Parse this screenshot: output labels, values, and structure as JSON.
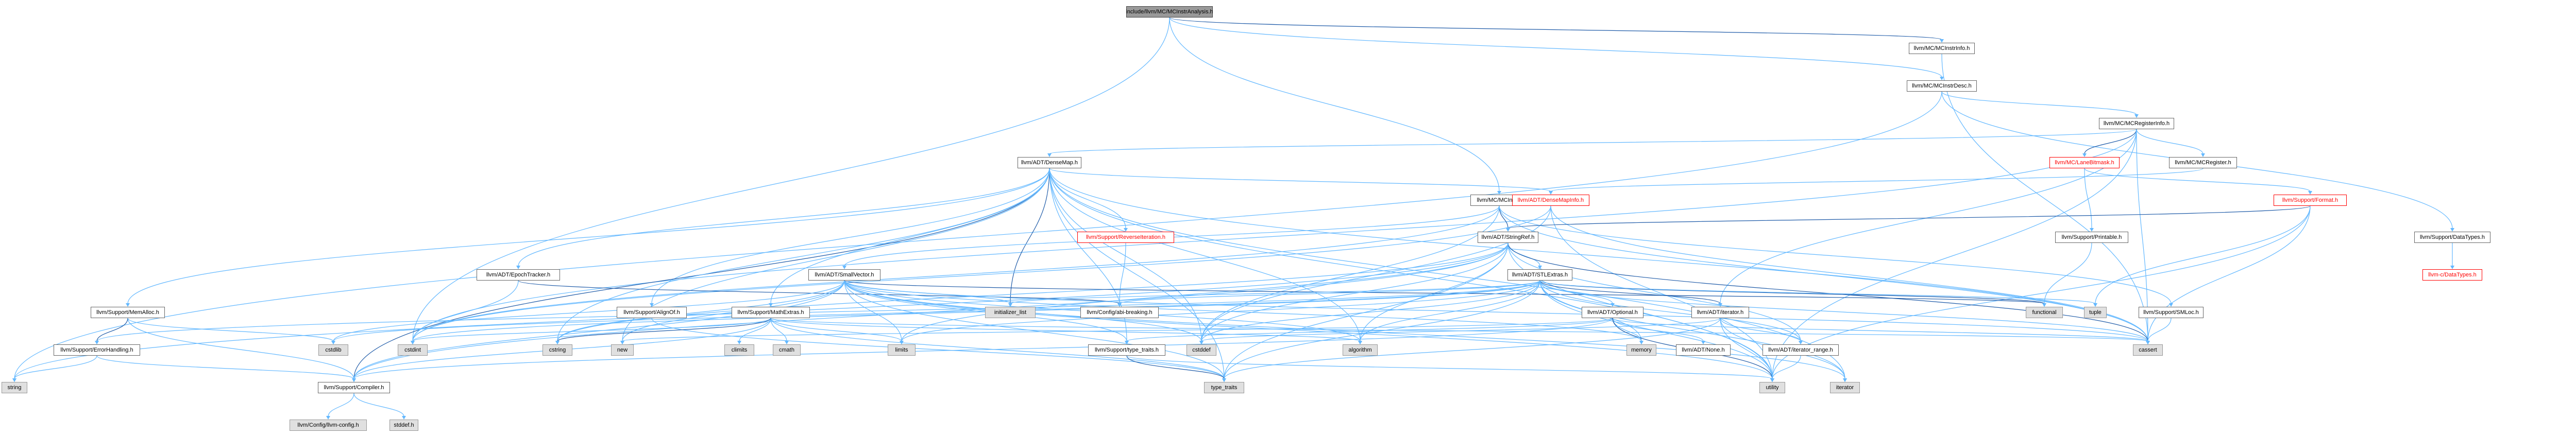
{
  "nodes": [
    {
      "id": "root",
      "label": "include/llvm/MC/MCInstrAnalysis.h",
      "style": "root"
    },
    {
      "id": "mcinstrinfo",
      "label": "llvm/MC/MCInstrInfo.h",
      "style": "normal"
    },
    {
      "id": "mcinstrdesc",
      "label": "llvm/MC/MCInstrDesc.h",
      "style": "normal"
    },
    {
      "id": "mcreginfo",
      "label": "llvm/MC/MCRegisterInfo.h",
      "style": "normal"
    },
    {
      "id": "densemap",
      "label": "llvm/ADT/DenseMap.h",
      "style": "normal"
    },
    {
      "id": "lanebitmask",
      "label": "llvm/MC/LaneBitmask.h",
      "style": "red"
    },
    {
      "id": "mcregister",
      "label": "llvm/MC/MCRegister.h",
      "style": "normal"
    },
    {
      "id": "mcinst",
      "label": "llvm/MC/MCInst.h",
      "style": "normal"
    },
    {
      "id": "densemapinfo",
      "label": "llvm/ADT/DenseMapInfo.h",
      "style": "red"
    },
    {
      "id": "format",
      "label": "llvm/Support/Format.h",
      "style": "red"
    },
    {
      "id": "reverseiter",
      "label": "llvm/Support/ReverseIteration.h",
      "style": "red"
    },
    {
      "id": "stringref",
      "label": "llvm/ADT/StringRef.h",
      "style": "normal"
    },
    {
      "id": "printable",
      "label": "llvm/Support/Printable.h",
      "style": "normal"
    },
    {
      "id": "datatypes",
      "label": "llvm/Support/DataTypes.h",
      "style": "normal"
    },
    {
      "id": "cdatatypes",
      "label": "llvm-c/DataTypes.h",
      "style": "red"
    },
    {
      "id": "epochtracker",
      "label": "llvm/ADT/EpochTracker.h",
      "style": "normal"
    },
    {
      "id": "smallvector",
      "label": "llvm/ADT/SmallVector.h",
      "style": "normal"
    },
    {
      "id": "stlextras",
      "label": "llvm/ADT/STLExtras.h",
      "style": "normal"
    },
    {
      "id": "memalloc",
      "label": "llvm/Support/MemAlloc.h",
      "style": "normal"
    },
    {
      "id": "alignof",
      "label": "llvm/Support/AlignOf.h",
      "style": "normal"
    },
    {
      "id": "mathextras",
      "label": "llvm/Support/MathExtras.h",
      "style": "normal"
    },
    {
      "id": "initlist",
      "label": "initializer_list",
      "style": "sys"
    },
    {
      "id": "abibreaking",
      "label": "llvm/Config/abi-breaking.h",
      "style": "normal"
    },
    {
      "id": "optional",
      "label": "llvm/ADT/Optional.h",
      "style": "normal"
    },
    {
      "id": "iterator",
      "label": "llvm/ADT/iterator.h",
      "style": "normal"
    },
    {
      "id": "functional",
      "label": "functional",
      "style": "sys"
    },
    {
      "id": "tuple",
      "label": "tuple",
      "style": "sys"
    },
    {
      "id": "smloc",
      "label": "llvm/Support/SMLoc.h",
      "style": "normal"
    },
    {
      "id": "errorhandling",
      "label": "llvm/Support/ErrorHandling.h",
      "style": "normal"
    },
    {
      "id": "cstdlib",
      "label": "cstdlib",
      "style": "sys"
    },
    {
      "id": "cstdint",
      "label": "cstdint",
      "style": "sys"
    },
    {
      "id": "climits",
      "label": "climits",
      "style": "sys"
    },
    {
      "id": "cmath",
      "label": "cmath",
      "style": "sys"
    },
    {
      "id": "cstring",
      "label": "cstring",
      "style": "sys"
    },
    {
      "id": "new",
      "label": "new",
      "style": "sys"
    },
    {
      "id": "limits",
      "label": "limits",
      "style": "sys"
    },
    {
      "id": "typetraitsllvm",
      "label": "llvm/Support/type_traits.h",
      "style": "normal"
    },
    {
      "id": "cstddef",
      "label": "cstddef",
      "style": "sys"
    },
    {
      "id": "algorithm",
      "label": "algorithm",
      "style": "sys"
    },
    {
      "id": "memory",
      "label": "memory",
      "style": "sys"
    },
    {
      "id": "none",
      "label": "llvm/ADT/None.h",
      "style": "normal"
    },
    {
      "id": "iterrange",
      "label": "llvm/ADT/iterator_range.h",
      "style": "normal"
    },
    {
      "id": "cassert",
      "label": "cassert",
      "style": "sys"
    },
    {
      "id": "utility",
      "label": "utility",
      "style": "sys"
    },
    {
      "id": "iteratorstd",
      "label": "iterator",
      "style": "sys"
    },
    {
      "id": "compiler",
      "label": "llvm/Support/Compiler.h",
      "style": "normal"
    },
    {
      "id": "typetraits",
      "label": "type_traits",
      "style": "sys"
    },
    {
      "id": "string",
      "label": "string",
      "style": "sys"
    },
    {
      "id": "llvmconfig",
      "label": "llvm/Config/llvm-config.h",
      "style": "sys"
    },
    {
      "id": "stddef",
      "label": "stddef.h",
      "style": "sys"
    }
  ],
  "edges": [
    [
      "root",
      "mcinstrinfo"
    ],
    [
      "root",
      "mcinstrdesc"
    ],
    [
      "root",
      "mcinst"
    ],
    [
      "root",
      "cstdint"
    ],
    [
      "mcinstrinfo",
      "cassert"
    ],
    [
      "mcinstrdesc",
      "mcreginfo"
    ],
    [
      "mcinstrdesc",
      "datatypes"
    ],
    [
      "mcinstrdesc",
      "string"
    ],
    [
      "mcreginfo",
      "densemap"
    ],
    [
      "mcreginfo",
      "lanebitmask"
    ],
    [
      "mcreginfo",
      "mcregister"
    ],
    [
      "mcreginfo",
      "iterator"
    ],
    [
      "mcreginfo",
      "cassert"
    ],
    [
      "mcreginfo",
      "cstdint"
    ],
    [
      "mcreginfo",
      "utility"
    ],
    [
      "densemap",
      "densemapinfo"
    ],
    [
      "densemap",
      "epochtracker"
    ],
    [
      "densemap",
      "alignof"
    ],
    [
      "densemap",
      "compiler"
    ],
    [
      "densemap",
      "mathextras"
    ],
    [
      "densemap",
      "memalloc"
    ],
    [
      "densemap",
      "reverseiteration"
    ],
    [
      "densemap",
      "typetraitsllvm"
    ],
    [
      "densemap",
      "algorithm"
    ],
    [
      "densemap",
      "cassert"
    ],
    [
      "densemap",
      "cstddef"
    ],
    [
      "densemap",
      "cstring"
    ],
    [
      "densemap",
      "initlist"
    ],
    [
      "densemap",
      "iteratorstd"
    ],
    [
      "densemap",
      "new"
    ],
    [
      "densemap",
      "typetraits"
    ],
    [
      "densemap",
      "utility"
    ],
    [
      "lanebitmask",
      "format"
    ],
    [
      "lanebitmask",
      "printable"
    ],
    [
      "mcregister",
      "densemapinfo"
    ],
    [
      "mcinst",
      "smallvector"
    ],
    [
      "mcinst",
      "stringref"
    ],
    [
      "mcinst",
      "smloc"
    ],
    [
      "mcinst",
      "cassert"
    ],
    [
      "mcinst",
      "cstddef"
    ],
    [
      "mcinst",
      "cstdint"
    ],
    [
      "densemapinfo",
      "cassert"
    ],
    [
      "densemapinfo",
      "cstddef"
    ],
    [
      "densemapinfo",
      "cstdint"
    ],
    [
      "densemapinfo",
      "utility"
    ],
    [
      "format",
      "stringref"
    ],
    [
      "format",
      "cassert"
    ],
    [
      "format",
      "cstdio"
    ],
    [
      "format",
      "tuple"
    ],
    [
      "format",
      "utility"
    ],
    [
      "reverseiter",
      "abibreaking"
    ],
    [
      "stringref",
      "stlextras"
    ],
    [
      "stringref",
      "iterrange"
    ],
    [
      "stringref",
      "compiler"
    ],
    [
      "stringref",
      "algorithm"
    ],
    [
      "stringref",
      "cassert"
    ],
    [
      "stringref",
      "cstddef"
    ],
    [
      "stringref",
      "cstring"
    ],
    [
      "stringref",
      "limits"
    ],
    [
      "stringref",
      "string"
    ],
    [
      "stringref",
      "typetraits"
    ],
    [
      "stringref",
      "utility"
    ],
    [
      "printable",
      "functional"
    ],
    [
      "datatypes",
      "cdatatypes"
    ],
    [
      "epochtracker",
      "abibreaking"
    ],
    [
      "epochtracker",
      "cstdint"
    ],
    [
      "smallvector",
      "compiler"
    ],
    [
      "smallvector",
      "typetraitsllvm"
    ],
    [
      "smallvector",
      "algorithm"
    ],
    [
      "smallvector",
      "cassert"
    ],
    [
      "smallvector",
      "cstddef"
    ],
    [
      "smallvector",
      "cstdlib"
    ],
    [
      "smallvector",
      "cstring"
    ],
    [
      "smallvector",
      "functional"
    ],
    [
      "smallvector",
      "initlist"
    ],
    [
      "smallvector",
      "iteratorstd"
    ],
    [
      "smallvector",
      "limits"
    ],
    [
      "smallvector",
      "memory"
    ],
    [
      "smallvector",
      "new"
    ],
    [
      "smallvector",
      "typetraits"
    ],
    [
      "smallvector",
      "utility"
    ],
    [
      "stlextras",
      "optional"
    ],
    [
      "stlextras",
      "iterator"
    ],
    [
      "stlextras",
      "iterrange"
    ],
    [
      "stlextras",
      "abibreaking"
    ],
    [
      "stlextras",
      "errorhandling"
    ],
    [
      "stlextras",
      "algorithm"
    ],
    [
      "stlextras",
      "cassert"
    ],
    [
      "stlextras",
      "cstddef"
    ],
    [
      "stlextras",
      "cstdint"
    ],
    [
      "stlextras",
      "cstdlib"
    ],
    [
      "stlextras",
      "functional"
    ],
    [
      "stlextras",
      "initlist"
    ],
    [
      "stlextras",
      "iteratorstd"
    ],
    [
      "stlextras",
      "limits"
    ],
    [
      "stlextras",
      "memory"
    ],
    [
      "stlextras",
      "tuple"
    ],
    [
      "stlextras",
      "typetraits"
    ],
    [
      "stlextras",
      "utility"
    ],
    [
      "memalloc",
      "compiler"
    ],
    [
      "memalloc",
      "errorhandling"
    ],
    [
      "memalloc",
      "cstdlib"
    ],
    [
      "alignof",
      "typetraits"
    ],
    [
      "mathextras",
      "compiler"
    ],
    [
      "mathextras",
      "algorithm"
    ],
    [
      "mathextras",
      "cassert"
    ],
    [
      "mathextras",
      "climits"
    ],
    [
      "mathextras",
      "cmath"
    ],
    [
      "mathextras",
      "cstdint"
    ],
    [
      "mathextras",
      "cstring"
    ],
    [
      "mathextras",
      "limits"
    ],
    [
      "mathextras",
      "typetraits"
    ],
    [
      "optional",
      "none"
    ],
    [
      "optional",
      "compiler"
    ],
    [
      "optional",
      "typetraitsllvm"
    ],
    [
      "optional",
      "cassert"
    ],
    [
      "optional",
      "memory"
    ],
    [
      "optional",
      "new"
    ],
    [
      "optional",
      "utility"
    ],
    [
      "iterator",
      "iterrange"
    ],
    [
      "iterator",
      "cstddef"
    ],
    [
      "iterator",
      "iteratorstd"
    ],
    [
      "iterator",
      "typetraits"
    ],
    [
      "iterator",
      "utility"
    ],
    [
      "smloc",
      "cassert"
    ],
    [
      "errorhandling",
      "compiler"
    ],
    [
      "errorhandling",
      "string"
    ],
    [
      "typetraitsllvm",
      "typetraits"
    ],
    [
      "typetraitsllvm",
      "utility"
    ],
    [
      "iterrange",
      "utility"
    ],
    [
      "compiler",
      "llvmconfig"
    ],
    [
      "compiler",
      "stddef"
    ]
  ]
}
